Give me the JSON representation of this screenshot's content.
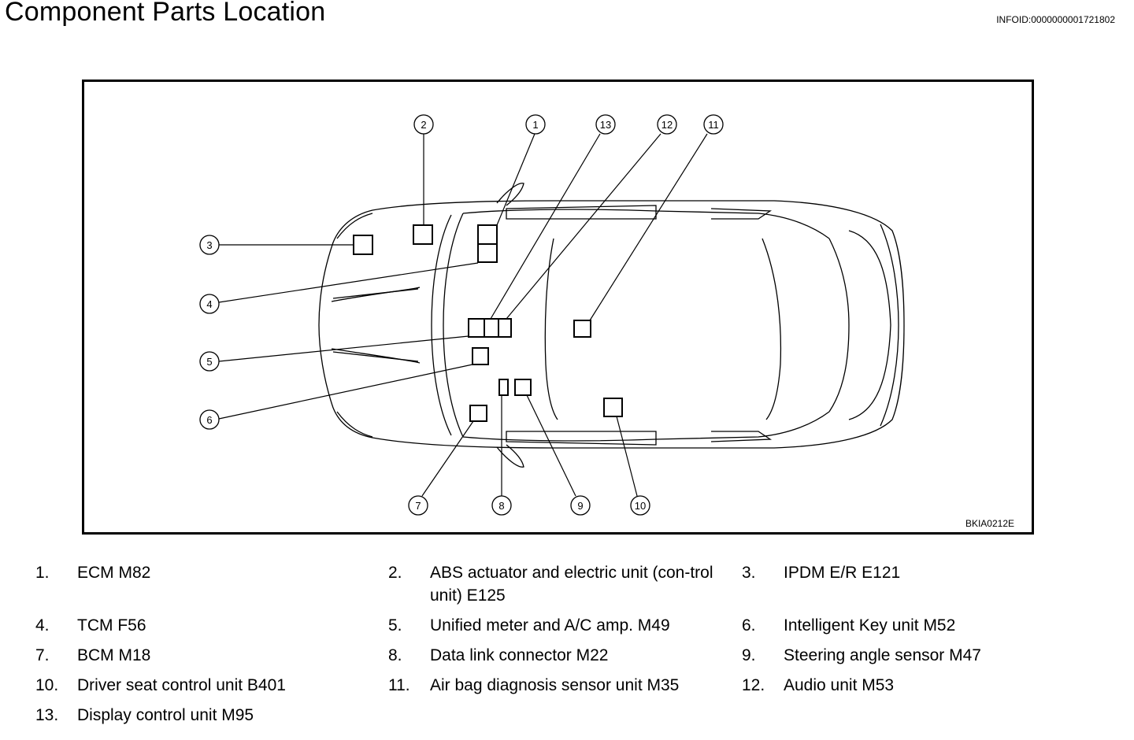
{
  "header": {
    "title": "Component Parts Location",
    "info_id": "INFOID:0000000001721802"
  },
  "figure": {
    "code": "BKIA0212E",
    "callouts": [
      "1",
      "2",
      "3",
      "4",
      "5",
      "6",
      "7",
      "8",
      "9",
      "10",
      "11",
      "12",
      "13"
    ]
  },
  "legend": {
    "items": [
      {
        "num": "1.",
        "text": "ECM M82"
      },
      {
        "num": "2.",
        "text": "ABS actuator and electric unit (con-trol unit) E125"
      },
      {
        "num": "3.",
        "text": "IPDM E/R E121"
      },
      {
        "num": "4.",
        "text": "TCM F56"
      },
      {
        "num": "5.",
        "text": "Unified meter and A/C amp. M49"
      },
      {
        "num": "6.",
        "text": "Intelligent Key unit M52"
      },
      {
        "num": "7.",
        "text": "BCM M18"
      },
      {
        "num": "8.",
        "text": "Data link connector M22"
      },
      {
        "num": "9.",
        "text": "Steering angle sensor M47"
      },
      {
        "num": "10.",
        "text": "Driver seat control unit B401"
      },
      {
        "num": "11.",
        "text": "Air bag diagnosis sensor unit M35"
      },
      {
        "num": "12.",
        "text": "Audio unit M53"
      },
      {
        "num": "13.",
        "text": "Display control unit M95"
      }
    ]
  }
}
